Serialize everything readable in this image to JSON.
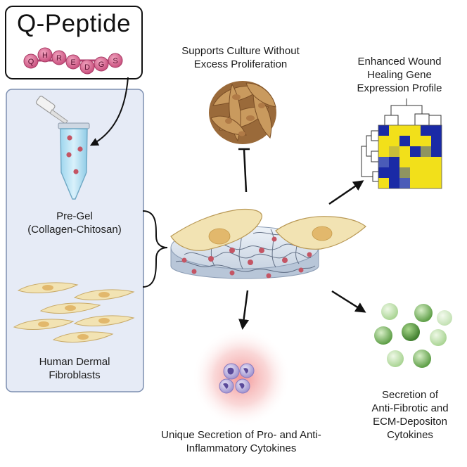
{
  "qpeptide": {
    "title": "Q-Peptide",
    "sequence": [
      "Q",
      "H",
      "R",
      "E",
      "D",
      "G",
      "S"
    ]
  },
  "left_panel": {
    "pregel_label_line1": "Pre-Gel",
    "pregel_label_line2": "(Collagen-Chitosan)",
    "fibroblast_label_line1": "Human Dermal",
    "fibroblast_label_line2": "Fibroblasts"
  },
  "outcomes": {
    "top_line1": "Supports Culture Without",
    "top_line2": "Excess Proliferation",
    "topright_line1": "Enhanced Wound",
    "topright_line2": "Healing Gene",
    "topright_line3": "Expression Profile",
    "bottom_line1": "Unique Secretion of Pro- and Anti-",
    "bottom_line2": "Inflammatory Cytokines",
    "bottomright_line1": "Secretion of",
    "bottomright_line2": "Anti-Fibrotic and",
    "bottomright_line3": "ECM-Depositon",
    "bottomright_line4": "Cytokines"
  },
  "colors": {
    "peptide_bead": "#d45c86",
    "panel_fill": "#e6ebf6",
    "panel_stroke": "#7d8fb0",
    "cell_fill": "#f2e3b3",
    "nucleus": "#e2b86c",
    "gel_dot": "#c45564",
    "heat_yellow": "#f2e01a",
    "heat_blue": "#1a2aa6",
    "green_cytokine": "#6fae55"
  }
}
